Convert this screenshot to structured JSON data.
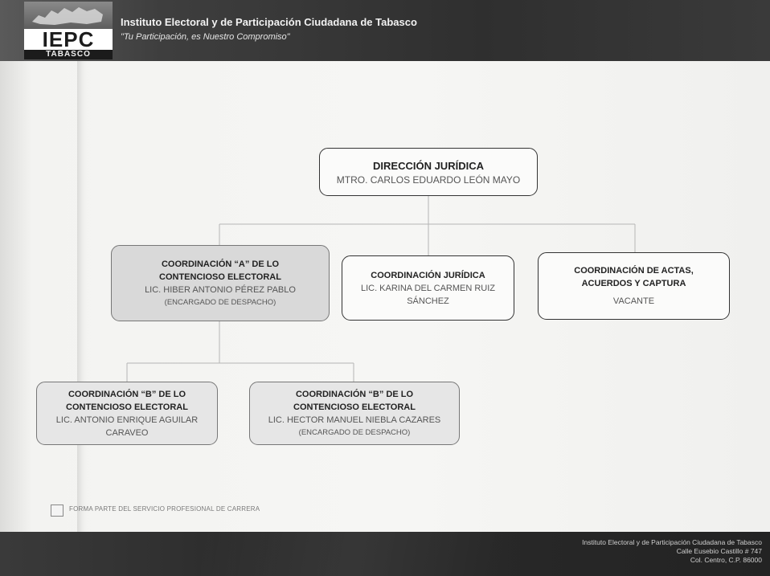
{
  "header": {
    "logo_main": "IEPC",
    "logo_sub": "TABASCO",
    "title": "Instituto Electoral y de Participación Ciudadana de Tabasco",
    "slogan": "\"Tu Participación, es Nuestro Compromiso\""
  },
  "org": {
    "root": {
      "title": "DIRECCIÓN JURÍDICA",
      "name": "MTRO. CARLOS EDUARDO LEÓN MAYO"
    },
    "coord_a": {
      "title_1": "COORDINACIÓN “A” DE LO",
      "title_2": "CONTENCIOSO ELECTORAL",
      "name": "LIC. HIBER ANTONIO PÉREZ PABLO",
      "note": "(ENCARGADO DE DESPACHO)"
    },
    "coord_juridica": {
      "title": "COORDINACIÓN JURÍDICA",
      "name_1": "LIC. KARINA DEL CARMEN RUIZ",
      "name_2": "SÁNCHEZ"
    },
    "coord_actas": {
      "title_1": "COORDINACIÓN DE ACTAS,",
      "title_2": "ACUERDOS  Y CAPTURA",
      "name": "VACANTE"
    },
    "coord_b1": {
      "title_1": "COORDINACIÓN “B” DE LO",
      "title_2": "CONTENCIOSO ELECTORAL",
      "name_1": "LIC. ANTONIO ENRIQUE AGUILAR",
      "name_2": "CARAVEO"
    },
    "coord_b2": {
      "title_1": "COORDINACIÓN “B” DE LO",
      "title_2": "CONTENCIOSO ELECTORAL",
      "name": "LIC. HECTOR MANUEL NIEBLA CAZARES",
      "note": "(ENCARGADO DE DESPACHO)"
    }
  },
  "legend": {
    "text": "FORMA PARTE DEL SERVICIO PROFESIONAL DE CARRERA"
  },
  "footer": {
    "line1": "Instituto Electoral y de Participación Ciudadana de Tabasco",
    "line2": "Calle Eusebio Castillo # 747",
    "line3": "Col. Centro, C.P. 86000"
  },
  "colors": {
    "header_band": "#3a3a3a",
    "box_border": "#333333",
    "shaded_box": "#d9d9d9"
  }
}
